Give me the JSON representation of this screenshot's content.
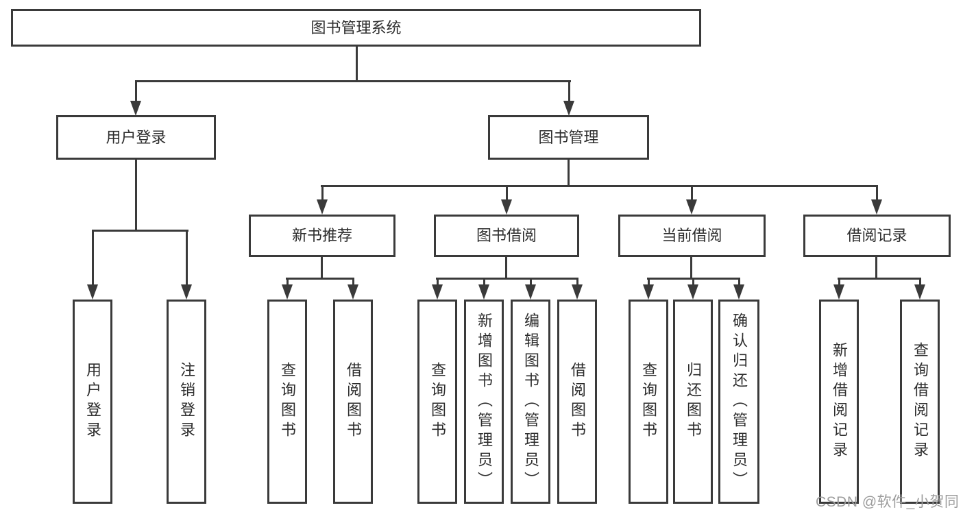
{
  "diagram": {
    "root": {
      "label": "图书管理系统"
    },
    "branches": [
      {
        "label": "用户登录",
        "children": [
          {
            "label": "用户登录"
          },
          {
            "label": "注销登录"
          }
        ]
      },
      {
        "label": "图书管理",
        "children": [
          {
            "label": "新书推荐",
            "children": [
              {
                "label": "查询图书"
              },
              {
                "label": "借阅图书"
              }
            ]
          },
          {
            "label": "图书借阅",
            "children": [
              {
                "label": "查询图书"
              },
              {
                "label": "新增图书（管理员）"
              },
              {
                "label": "编辑图书（管理员）"
              },
              {
                "label": "借阅图书"
              }
            ]
          },
          {
            "label": "当前借阅",
            "children": [
              {
                "label": "查询图书"
              },
              {
                "label": "归还图书"
              },
              {
                "label": "确认归还（管理员）"
              }
            ]
          },
          {
            "label": "借阅记录",
            "children": [
              {
                "label": "新增借阅记录"
              },
              {
                "label": "查询借阅记录"
              }
            ]
          }
        ]
      }
    ]
  },
  "watermark": {
    "text": "CSDN @软件_小贺同学"
  },
  "colors": {
    "line": "#3a3a3a",
    "box_border": "#3a3a3a",
    "text": "#2d2d2d",
    "watermark": "#9c9c9c",
    "background": "#ffffff"
  }
}
